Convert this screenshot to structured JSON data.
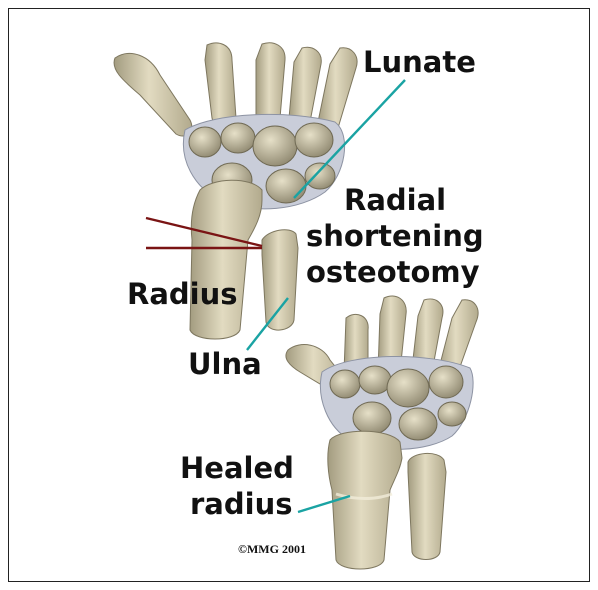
{
  "labels": {
    "lunate": "Lunate",
    "procedure_line1": "Radial",
    "procedure_line2": "shortening",
    "procedure_line3": "osteotomy",
    "radius": "Radius",
    "ulna": "Ulna",
    "healed_line1": "Healed",
    "healed_line2": "radius"
  },
  "copyright": "©MMG 2001",
  "colors": {
    "bone_fill": "#d9d2b6",
    "bone_shadow": "#9a9276",
    "cartilage": "#c7ccd8",
    "leader_teal": "#1aa3a3",
    "cut_lines": "#7a1414"
  }
}
